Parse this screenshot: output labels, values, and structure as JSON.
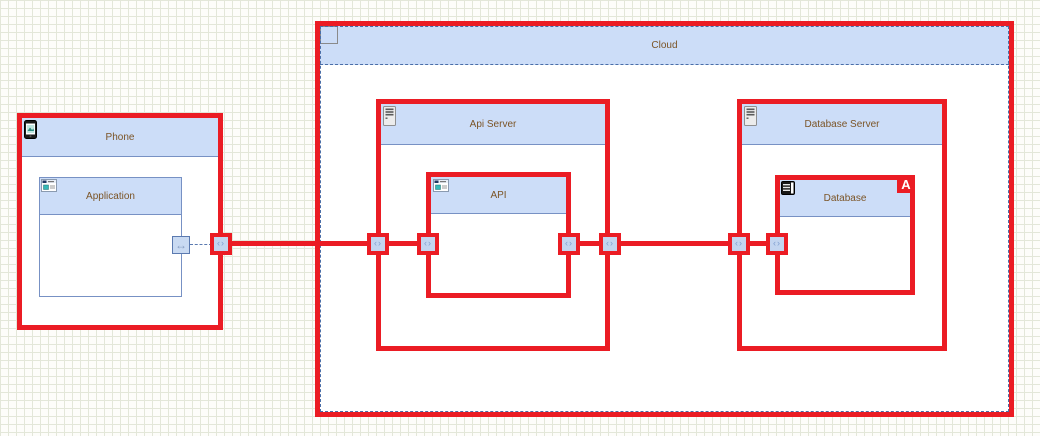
{
  "canvas": {
    "background": "#fdfdfa",
    "grid_color": "#e3e7d9"
  },
  "colors": {
    "selection_red": "#eb1c24",
    "header_fill": "#ccddf8",
    "title_text": "#7b5426",
    "node_border_blue": "#7791c4",
    "cloud_dashed_blue": "#4a6ea8",
    "marker_fill": "#c3d5f0",
    "port_fill": "#c9daf2"
  },
  "nodes": {
    "cloud": {
      "title": "Cloud"
    },
    "phone": {
      "title": "Phone"
    },
    "application": {
      "title": "Application"
    },
    "api_server": {
      "title": "Api Server"
    },
    "api": {
      "title": "API"
    },
    "database_server": {
      "title": "Database Server"
    },
    "database": {
      "title": "Database",
      "badge": "A"
    }
  },
  "icons": {
    "phone": "smartphone-icon",
    "application": "app-window-icon",
    "api": "app-window-icon",
    "api_server": "server-icon",
    "database_server": "server-icon",
    "database": "database-icon",
    "port_arrow_glyph": "↔",
    "marker_glyph": "‹›"
  }
}
